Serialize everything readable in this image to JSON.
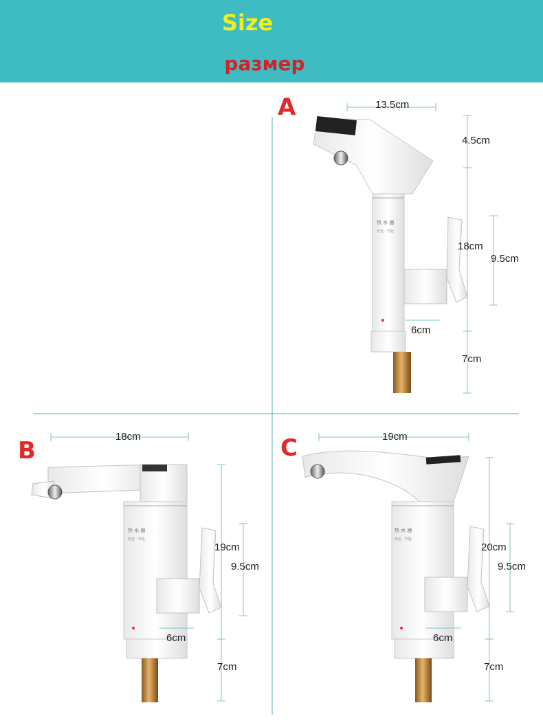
{
  "header": {
    "title_en": "Size",
    "title_ru": "размер",
    "color": "#3fbcc2"
  },
  "panels": [
    {
      "label": "A",
      "dims": [
        "13.5cm",
        "4.5cm",
        "18cm",
        "9.5cm",
        "6cm",
        "7cm"
      ]
    },
    {
      "label": "B",
      "dims": [
        "18cm",
        "19cm",
        "9.5cm",
        "6cm",
        "7cm"
      ]
    },
    {
      "label": "C",
      "dims": [
        "19cm",
        "20cm",
        "9.5cm",
        "6cm",
        "7cm"
      ]
    }
  ],
  "icons": [
    "faucet-a-icon",
    "faucet-b-icon",
    "faucet-c-icon"
  ]
}
